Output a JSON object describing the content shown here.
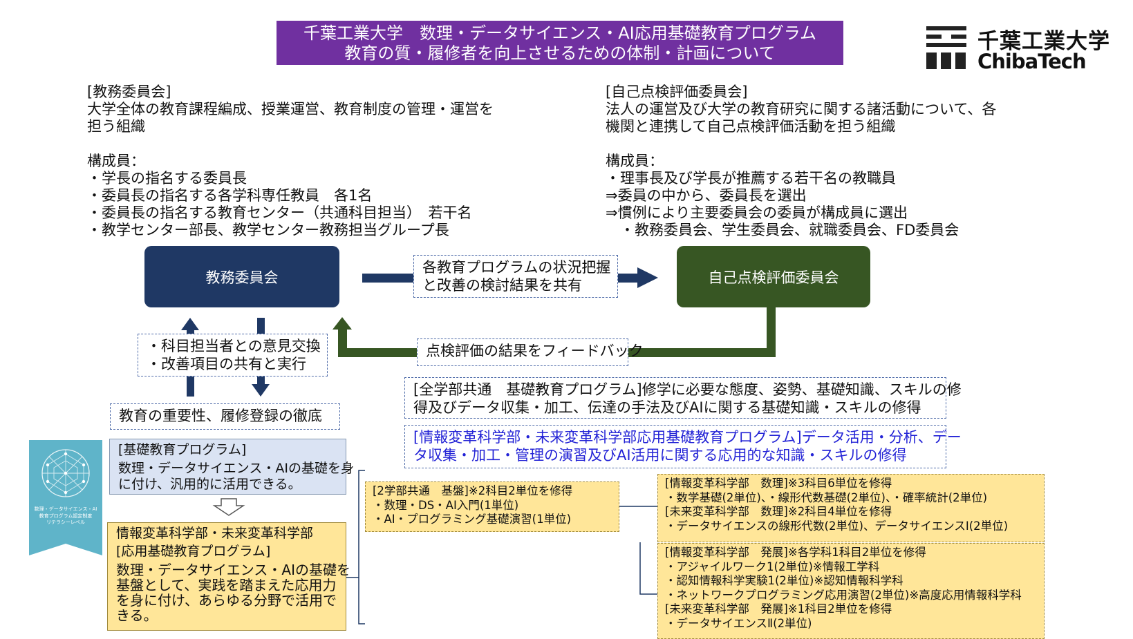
{
  "title": {
    "line1": "千葉工業大学　数理・データサイエンス・AI応用基礎教育プログラム",
    "line2": "教育の質・履修者を向上させるための体制・計画について"
  },
  "logo": {
    "name_ja": "千葉工業大学",
    "name_en": "ChibaTech"
  },
  "left_committee": {
    "heading": "[教務委員会]",
    "desc1": "大学全体の教育課程編成、授業運営、教育制度の管理・運営を",
    "desc2": "担う組織",
    "members_label": "構成員：",
    "members": [
      "・学長の指名する委員長",
      "・委員長の指名する各学科専任教員　各1名",
      "・委員長の指名する教育センター（共通科目担当）　若干名",
      "・教学センター部長、教学センター教務担当グループ長"
    ]
  },
  "right_committee": {
    "heading": "[自己点検評価委員会]",
    "desc1": "法人の運営及び大学の教育研究に関する諸活動について、各",
    "desc2": "機関と連携して自己点検評価活動を担う組織",
    "members_label": "構成員：",
    "members": [
      "・理事長及び学長が推薦する若干名の教職員",
      "⇒委員の中から、委員長を選出",
      "⇒慣例により主要委員会の委員が構成員に選出",
      "　・教務委員会、学生委員会、就職委員会、FD委員会"
    ]
  },
  "flow": {
    "academic_box": "教務委員会",
    "evaluation_box": "自己点検評価委員会",
    "share_line1": "各教育プログラムの状況把握",
    "share_line2": "と改善の検討結果を共有",
    "feedback": "点検評価の結果をフィードバック",
    "opinion_line1": "・科目担当者との意見交換",
    "opinion_line2": "・改善項目の共有と実行",
    "importance": "教育の重要性、履修登録の徹底"
  },
  "programs": {
    "common_line1": "[全学部共通　基礎教育プログラム]修学に必要な態度、姿勢、基礎知識、スキルの修",
    "common_line2": "得及びデータ収集・加工、伝達の手法及びAIに関する基礎知識・スキルの修得",
    "info_line1": "[情報変革科学部・未来変革科学部応用基礎教育プログラム]データ活用・分析、デー",
    "info_line2": "タ収集・加工・管理の演習及びAI活用に関する応用的な知識・スキルの修得",
    "basic_heading": "[基礎教育プログラム]",
    "basic_line1": "数理・データサイエンス・AIの基礎を身",
    "basic_line2": "に付け、汎用的に活用できる。",
    "applied_line1": "情報変革科学部・未来変革科学部",
    "applied_line2": "[応用基礎教育プログラム]",
    "applied_desc": [
      "数理・データサイエンス・AIの基礎を",
      "基盤として、実践を踏まえた応用力",
      "を身に付け、あらゆる分野で活用で",
      "きる。"
    ]
  },
  "courses": {
    "common": [
      "[2学部共通　基盤]※2科目2単位を修得",
      "・数理・DS・AI入門(1単位)",
      "・AI・プログラミング基礎演習(1単位)"
    ],
    "math": [
      "[情報変革科学部　数理]※3科目6単位を修得",
      "・数学基礎(2単位)、・線形代数基礎(2単位)、・確率統計(2単位)",
      "[未来変革科学部　数理]※2科目4単位を修得",
      "・データサイエンスの線形代数(2単位)、データサイエンスⅠ(2単位)"
    ],
    "advanced": [
      "[情報変革科学部　発展]※各学科1科目2単位を修得",
      "・アジャイルワーク1(2単位)※情報工学科",
      "・認知情報科学実験1(2単位)※認知情報科学科",
      "・ネットワークプログラミング応用演習(2単位)※高度応用情報科学科",
      "[未来変革科学部　発展]※1科目2単位を修得",
      "・データサイエンスⅡ(2単位)"
    ]
  },
  "badge": {
    "line1": "数理・データサイエンス・AI",
    "line2": "教育プログラム認定制度",
    "line3": "リテラシーレベル"
  },
  "colors": {
    "title_bg": "#7030a0",
    "academic_bg": "#1f3864",
    "evaluation_bg": "#375623",
    "info_text": "#2323d6",
    "basic_bg": "#dae3f3",
    "applied_bg": "#ffe699",
    "badge_bg": "#5fb4c9"
  }
}
